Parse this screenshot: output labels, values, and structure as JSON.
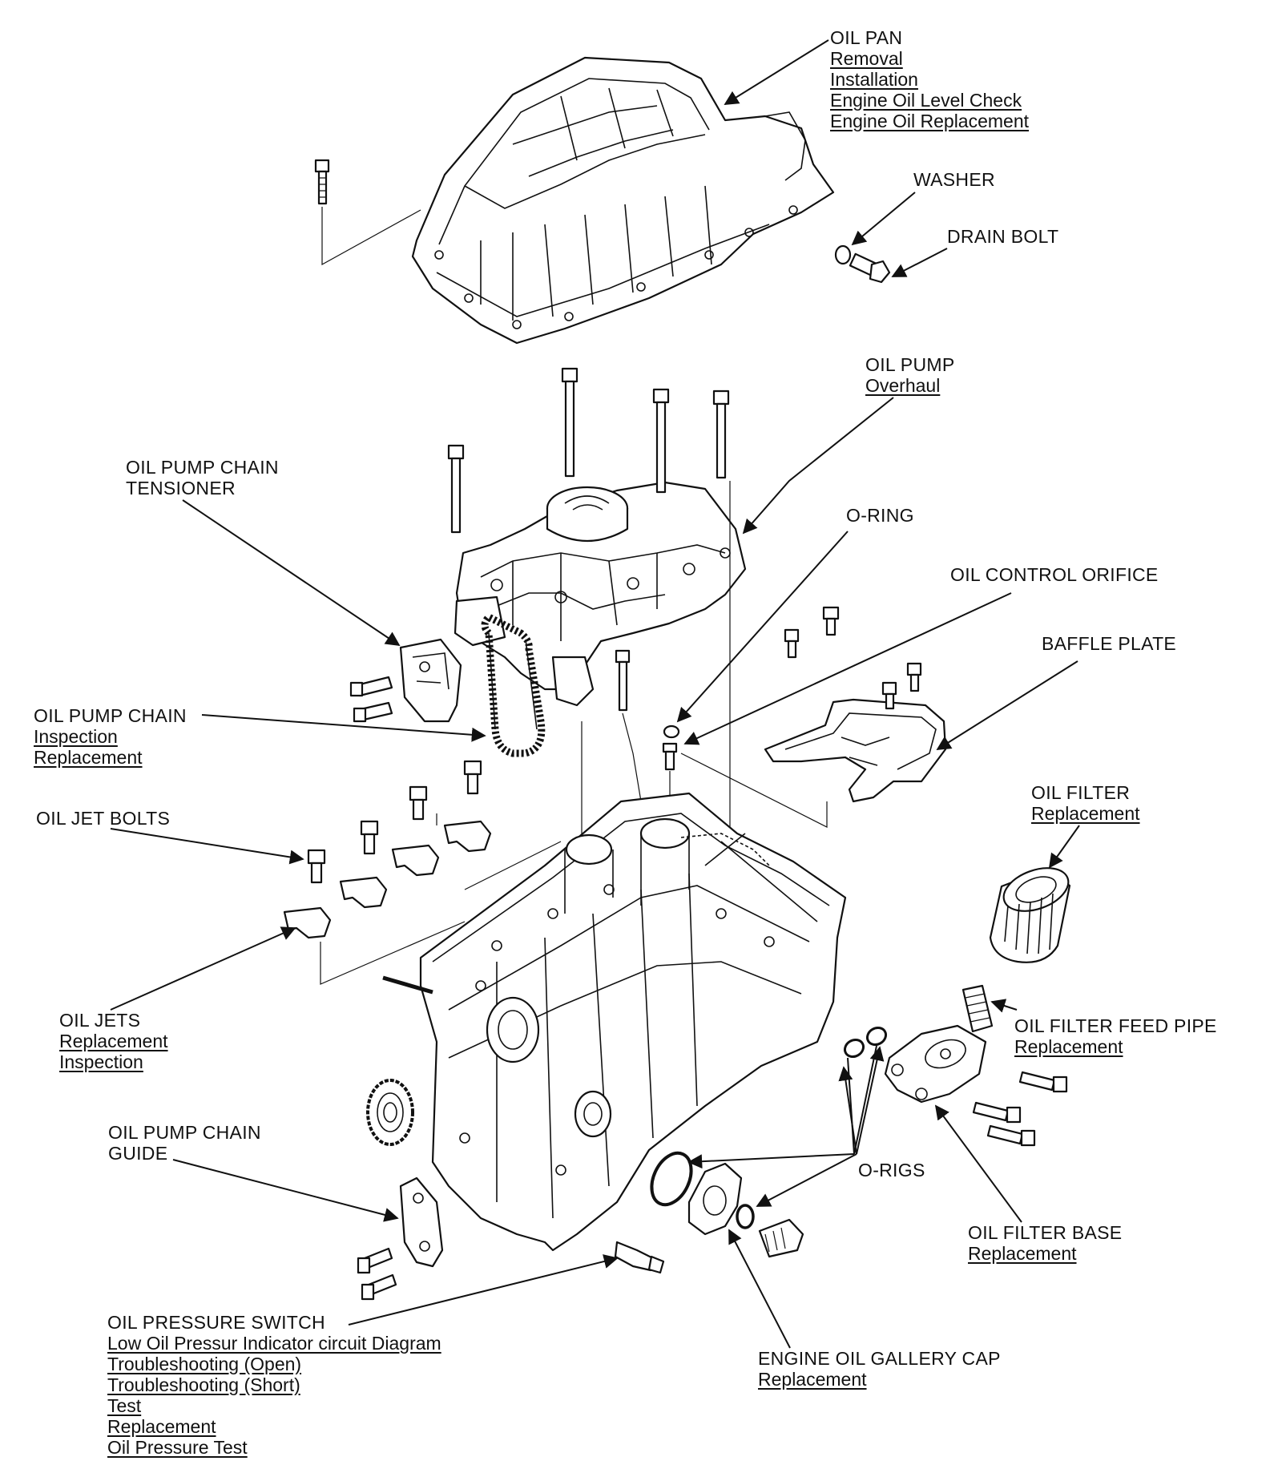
{
  "labels": {
    "oil_pan": {
      "title": "OIL PAN",
      "links": [
        "Removal",
        "Installation",
        "Engine Oil Level Check",
        "Engine Oil Replacement"
      ]
    },
    "washer": {
      "title": "WASHER"
    },
    "drain_bolt": {
      "title": "DRAIN BOLT"
    },
    "oil_pump": {
      "title": "OIL PUMP",
      "links": [
        "Overhaul"
      ]
    },
    "chain_tensioner": {
      "title_1": "OIL PUMP CHAIN",
      "title_2": "TENSIONER"
    },
    "o_ring": {
      "title": "O-RING"
    },
    "oil_control_orifice": {
      "title": "OIL CONTROL ORIFICE"
    },
    "baffle_plate": {
      "title": "BAFFLE PLATE"
    },
    "oil_pump_chain": {
      "title": "OIL PUMP CHAIN",
      "links": [
        "Inspection",
        "Replacement"
      ]
    },
    "oil_filter": {
      "title": "OIL FILTER",
      "links": [
        "Replacement"
      ]
    },
    "oil_jet_bolts": {
      "title": "OIL JET BOLTS"
    },
    "oil_jets": {
      "title": "OIL JETS",
      "links": [
        "Replacement",
        "Inspection"
      ]
    },
    "oil_filter_feed_pipe": {
      "title": "OIL FILTER FEED PIPE",
      "links": [
        "Replacement"
      ]
    },
    "chain_guide": {
      "title_1": "OIL PUMP CHAIN",
      "title_2": "GUIDE"
    },
    "o_rigs": {
      "title": "O-RIGS"
    },
    "oil_filter_base": {
      "title": "OIL FILTER BASE",
      "links": [
        "Replacement"
      ]
    },
    "oil_pressure_switch": {
      "title": "OIL PRESSURE SWITCH",
      "links": [
        "Low Oil Pressur Indicator circuit Diagram",
        "Troubleshooting (Open)",
        "Troubleshooting (Short)",
        "Test",
        "Replacement",
        "Oil Pressure Test"
      ]
    },
    "gallery_cap": {
      "title": "ENGINE OIL GALLERY CAP",
      "links": [
        "Replacement"
      ]
    }
  }
}
